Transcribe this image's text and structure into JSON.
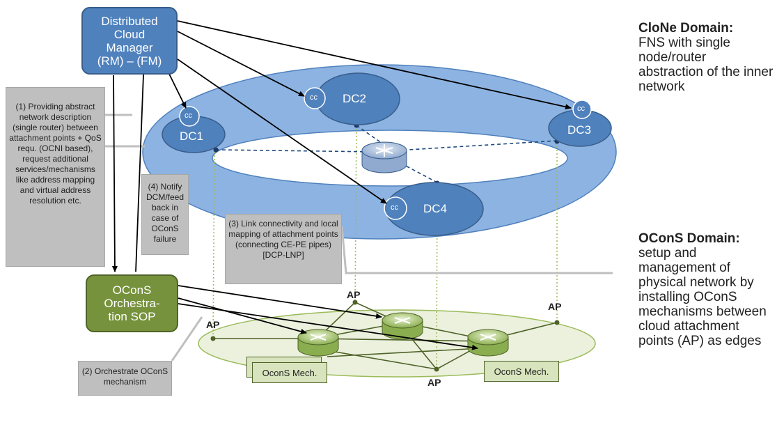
{
  "dcm_box": {
    "lines": [
      "Distributed",
      "Cloud",
      "Manager",
      "(RM) – (FM)"
    ]
  },
  "ocons_box": {
    "lines": [
      "OConS",
      "Orchestra-",
      "tion  SOP"
    ]
  },
  "notes": {
    "n1": "(1)  Providing abstract network description (single router) between attachment points + QoS requ. (OCNI based),  request additional services/mechanisms like address mapping and virtual address resolution etc.",
    "n2": "(4) Notify DCM/feed back in case of OConS failure",
    "n3": "(3) Link connectivity and local mapping of attachment points (connecting CE-PE pipes)  [DCP-LNP]",
    "n4": "(2) Orchestrate OConS mechanism"
  },
  "data_centers": [
    {
      "label": "DC1",
      "cc": "cc"
    },
    {
      "label": "DC2",
      "cc": "cc"
    },
    {
      "label": "DC3",
      "cc": "cc"
    },
    {
      "label": "DC4",
      "cc": "cc"
    }
  ],
  "ap_label": "AP",
  "mech_label": "OconS Mech.",
  "clone_domain": {
    "title": "CloNe Domain:",
    "text": "FNS with single node/router abstraction of the inner network"
  },
  "ocons_domain": {
    "title": "OConS Domain:",
    "text": "setup and management of physical network by installing OConS mechanisms between cloud attachment points (AP) as edges"
  },
  "colors": {
    "dcm": "#4f81bd",
    "ocons": "#76923c",
    "ring": "#8db3e2",
    "note": "#bfbfbf"
  }
}
